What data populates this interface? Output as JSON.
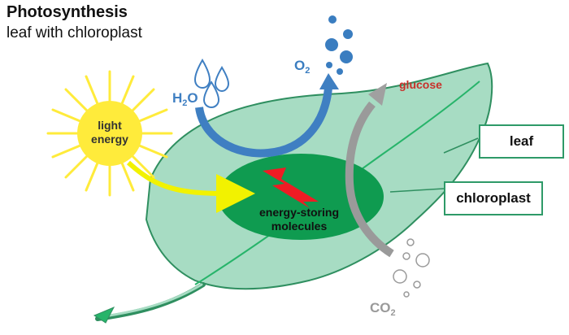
{
  "title": "Photosynthesis",
  "subtitle": "leaf with chloroplast",
  "labels": {
    "light_energy_line1": "light",
    "light_energy_line2": "energy",
    "water_h": "H",
    "water_sub": "2",
    "water_o": "O",
    "oxygen_o": "O",
    "oxygen_sub": "2",
    "glucose": "glucose",
    "molecules_line1": "energy-storing",
    "molecules_line2": "molecules",
    "co2_co": "CO",
    "co2_sub": "2"
  },
  "callouts": {
    "leaf": "leaf",
    "chloroplast": "chloroplast"
  },
  "colors": {
    "sun": "#ffeb3b",
    "light_arrow": "#f2f200",
    "water": "#3f7fc2",
    "oxygen": "#3a7dc0",
    "glucose_text": "#c8302a",
    "leaf_fill": "#a7dcc3",
    "leaf_stroke": "#2f8f60",
    "chloroplast_fill": "#0f9b50",
    "lightning": "#ee1c24",
    "co2": "#9a9a9a",
    "callout_border": "#2e9a68"
  },
  "icons": [
    "sun-icon",
    "water-drop-icon",
    "bubble-icon",
    "lightning-icon"
  ]
}
